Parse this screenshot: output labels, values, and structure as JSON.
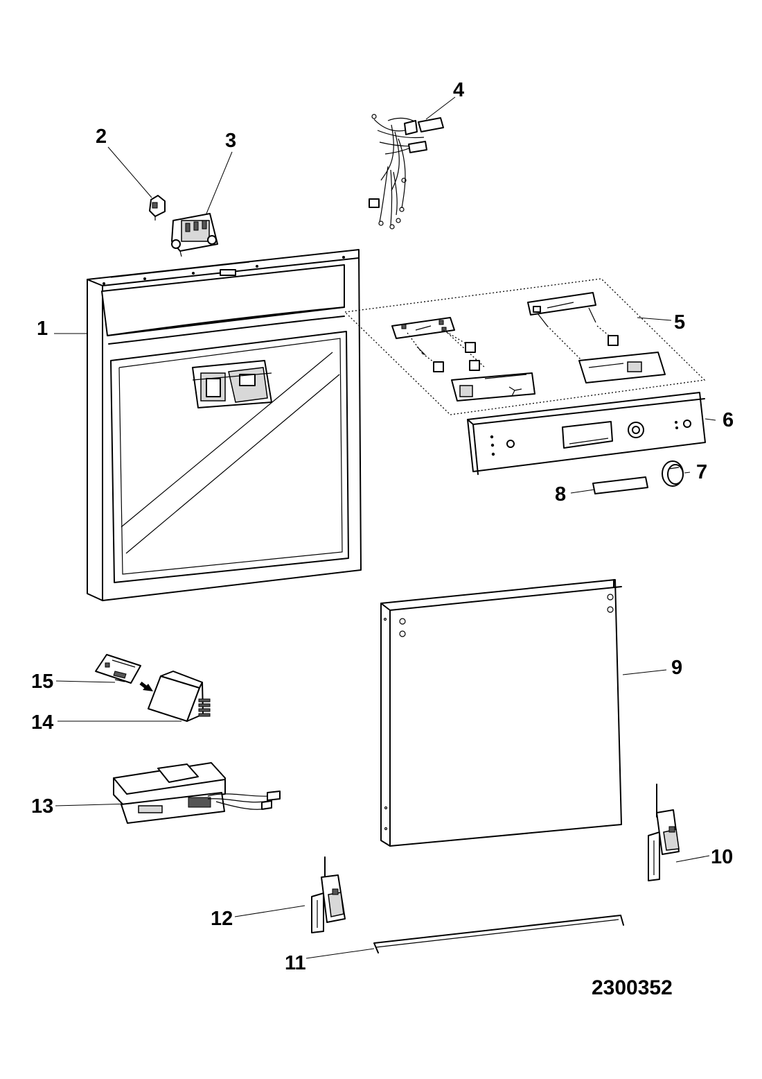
{
  "diagram": {
    "drawing_number": "2300352",
    "callouts": [
      {
        "id": "1",
        "text": "1"
      },
      {
        "id": "2",
        "text": "2"
      },
      {
        "id": "3",
        "text": "3"
      },
      {
        "id": "4",
        "text": "4"
      },
      {
        "id": "5",
        "text": "5"
      },
      {
        "id": "6",
        "text": "6"
      },
      {
        "id": "7",
        "text": "7"
      },
      {
        "id": "8",
        "text": "8"
      },
      {
        "id": "9",
        "text": "9"
      },
      {
        "id": "10",
        "text": "10"
      },
      {
        "id": "11",
        "text": "11"
      },
      {
        "id": "12",
        "text": "12"
      },
      {
        "id": "13",
        "text": "13"
      },
      {
        "id": "14",
        "text": "14"
      },
      {
        "id": "15",
        "text": "15"
      }
    ]
  }
}
